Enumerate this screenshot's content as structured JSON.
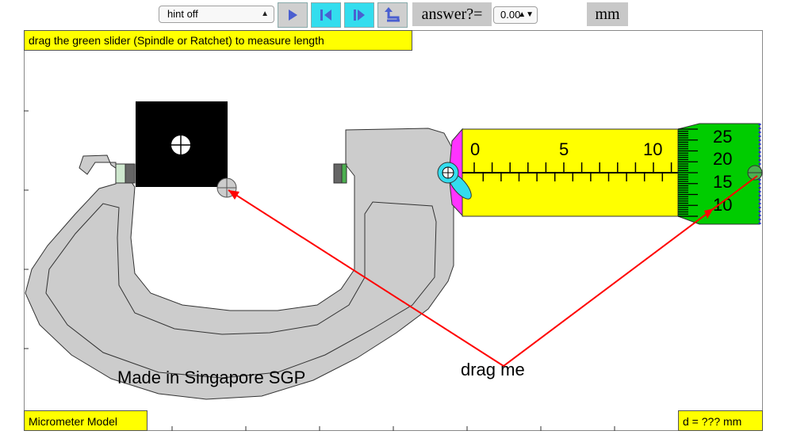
{
  "toolbar": {
    "hint_select_value": "hint off",
    "answer_label": "answer?=",
    "answer_value": "0.00",
    "unit_label": "mm",
    "icons": [
      "play-icon",
      "step-back-icon",
      "step-forward-icon",
      "reset-icon"
    ]
  },
  "sim": {
    "instruction": "drag the green slider (Spindle or Ratchet) to measure length",
    "model_label": "Micrometer Model",
    "d_label": "d = ??? mm",
    "frame_text": "Made in Singapore SGP",
    "drag_text": "drag me",
    "sleeve_labels": [
      "0",
      "5",
      "10"
    ],
    "thimble_labels": [
      "25",
      "20",
      "15",
      "10"
    ]
  },
  "colors": {
    "sleeve": "#ffff00",
    "thimble": "#00cc00",
    "frame": "#cccccc",
    "pointer": "#ff0000",
    "button_cyan": "#33ddee",
    "object": "#000000",
    "magenta": "#ff33ff"
  }
}
